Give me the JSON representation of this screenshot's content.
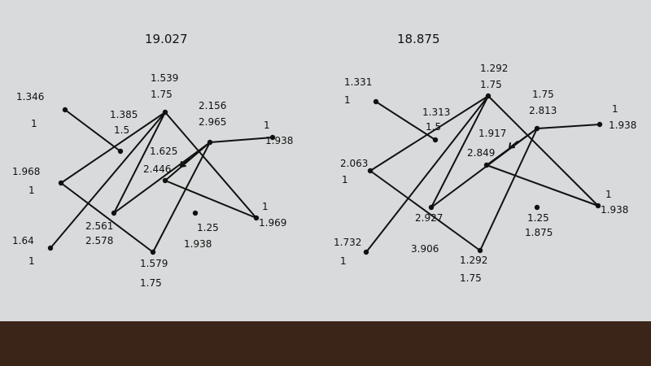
{
  "diagrams": [
    {
      "id": "left",
      "title": "19.027",
      "nodes": [
        {
          "id": "L_in1",
          "labels": [
            "1.346",
            "1"
          ]
        },
        {
          "id": "L_in2",
          "labels": [
            "1.968",
            "1"
          ]
        },
        {
          "id": "L_in3",
          "labels": [
            "1.64",
            "1"
          ]
        },
        {
          "id": "L_h1",
          "labels": [
            "1.385",
            "1.5"
          ]
        },
        {
          "id": "L_h2",
          "labels": [
            "2.561",
            "2.578"
          ]
        },
        {
          "id": "L_h3",
          "labels": [
            "1.625",
            "2.446"
          ]
        },
        {
          "id": "L_top",
          "labels": [
            "1.539",
            "1.75"
          ]
        },
        {
          "id": "L_bot",
          "labels": [
            "1.579",
            "1.75"
          ]
        },
        {
          "id": "L_out1",
          "labels": [
            "2.156",
            "2.965"
          ]
        },
        {
          "id": "L_out2",
          "labels": [
            "1",
            "1.938"
          ]
        },
        {
          "id": "L_out3",
          "labels": [
            "1",
            "1.969"
          ]
        },
        {
          "id": "L_out4",
          "labels": [
            "1.25",
            "1.938"
          ]
        }
      ],
      "edges": [
        [
          "L_in1",
          "L_h1"
        ],
        [
          "L_in2",
          "L_top"
        ],
        [
          "L_in2",
          "L_bot"
        ],
        [
          "L_in3",
          "L_top"
        ],
        [
          "L_h2",
          "L_top"
        ],
        [
          "L_h2",
          "L_out1"
        ],
        [
          "L_top",
          "L_out3"
        ],
        [
          "L_h3",
          "L_out3"
        ],
        [
          "L_out1",
          "L_h3"
        ],
        [
          "L_out1",
          "L_bot"
        ],
        [
          "L_out1",
          "L_out2"
        ]
      ]
    },
    {
      "id": "right",
      "title": "18.875",
      "nodes": [
        {
          "id": "R_in1",
          "labels": [
            "1.331",
            "1"
          ]
        },
        {
          "id": "R_in2",
          "labels": [
            "2.063",
            "1"
          ]
        },
        {
          "id": "R_in3",
          "labels": [
            "1.732",
            "1"
          ]
        },
        {
          "id": "R_h1",
          "labels": [
            "1.313",
            "1.5"
          ]
        },
        {
          "id": "R_h2",
          "labels": [
            "2.927",
            "3.906"
          ]
        },
        {
          "id": "R_h3",
          "labels": [
            "1.917",
            "2.849"
          ]
        },
        {
          "id": "R_top",
          "labels": [
            "1.292",
            "1.75"
          ]
        },
        {
          "id": "R_bot",
          "labels": [
            "1.292",
            "1.75"
          ]
        },
        {
          "id": "R_out1",
          "labels": [
            "1.75",
            "2.813"
          ]
        },
        {
          "id": "R_out2",
          "labels": [
            "1",
            "1.938"
          ]
        },
        {
          "id": "R_out3",
          "labels": [
            "1",
            "1.938"
          ]
        },
        {
          "id": "R_out4",
          "labels": [
            "1.25",
            "1.875"
          ]
        }
      ],
      "edges": [
        [
          "R_in1",
          "R_h1"
        ],
        [
          "R_in2",
          "R_top"
        ],
        [
          "R_in2",
          "R_bot"
        ],
        [
          "R_in3",
          "R_top"
        ],
        [
          "R_h2",
          "R_top"
        ],
        [
          "R_h2",
          "R_out1"
        ],
        [
          "R_top",
          "R_out3"
        ],
        [
          "R_h3",
          "R_out3"
        ],
        [
          "R_out1",
          "R_h3"
        ],
        [
          "R_out1",
          "R_bot"
        ],
        [
          "R_out1",
          "R_out2"
        ]
      ]
    }
  ]
}
